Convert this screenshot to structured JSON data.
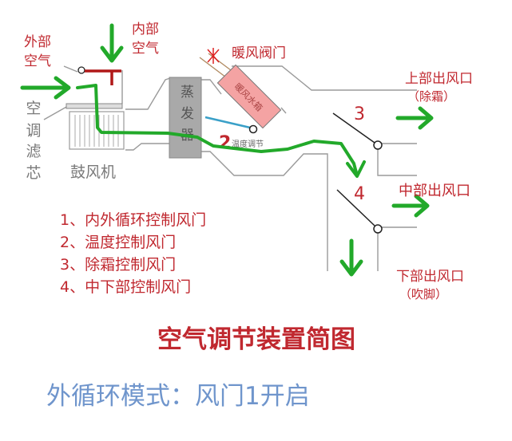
{
  "labels": {
    "outside_air": [
      "外部",
      "空气"
    ],
    "inside_air": [
      "内部",
      "空气"
    ],
    "heater_valve": "暖风阀门",
    "heater_core": "暖风水箱",
    "evaporator": "蒸发器",
    "filter": [
      "空",
      "调",
      "滤",
      "芯"
    ],
    "blower": "鼓风机",
    "door2_number": "2",
    "temp_adjust": "温度调节",
    "door3_number": "3",
    "door4_number": "4",
    "upper_outlet": "上部出风口",
    "upper_outlet_note": "（除霜）",
    "middle_outlet": "中部出风口",
    "lower_outlet": "下部出风口",
    "lower_outlet_note": "（吹脚）"
  },
  "legend": [
    "1、内外循环控制风门",
    "2、温度控制风门",
    "3、除霜控制风门",
    "4、中下部控制风门"
  ],
  "title": "空气调节装置简图",
  "mode_caption": "外循环模式：风门1开启",
  "colors": {
    "label_red": "#c0282f",
    "airflow_green": "#22a92a",
    "caption_blue": "#6f95cc",
    "heater_pink": "#f4a3a3",
    "evaporator_gray": "#a9a9a9",
    "temp_door_blue": "#3aa0c8"
  }
}
